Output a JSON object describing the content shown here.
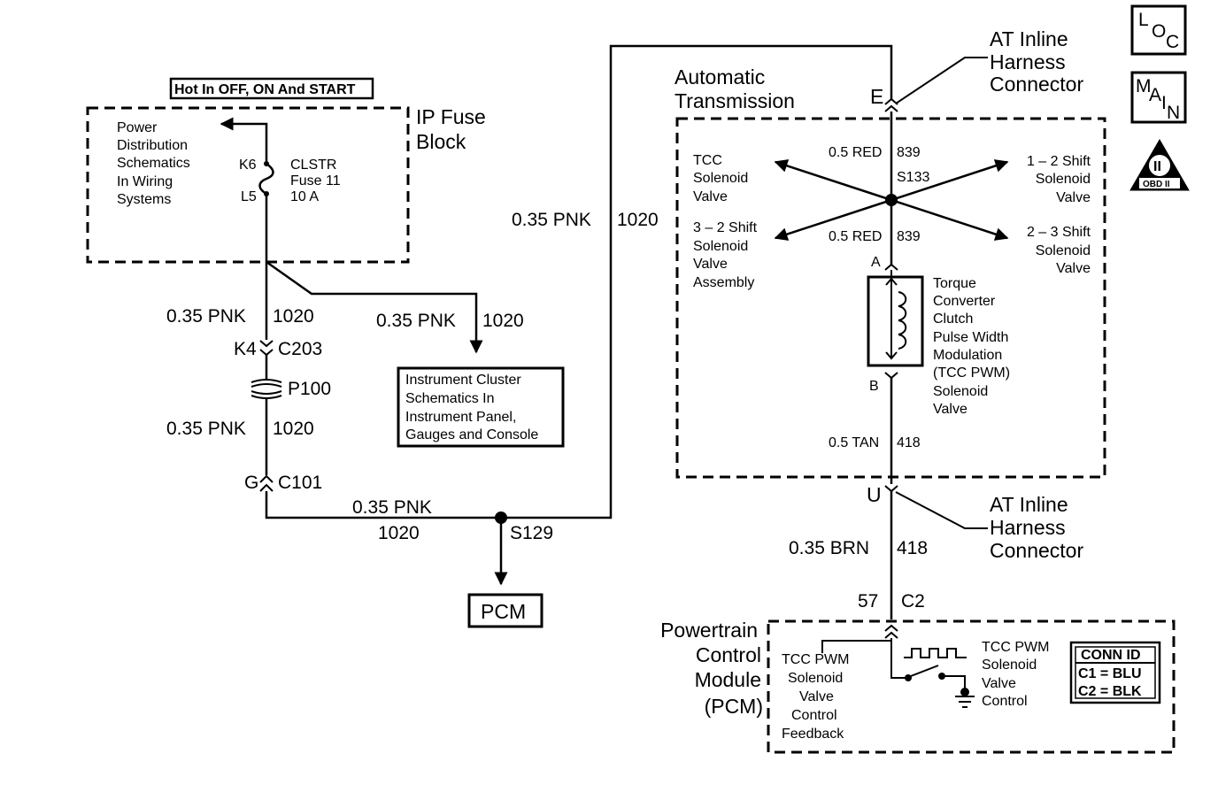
{
  "ip_fuse_block": {
    "supply_label": "Hot In OFF, ON And START",
    "title_line1": "IP Fuse",
    "title_line2": "Block",
    "ref_line1": "Power",
    "ref_line2": "Distribution",
    "ref_line3": "Schematics",
    "ref_line4": "In Wiring",
    "ref_line5": "Systems",
    "terminal_top": "K6",
    "terminal_bottom": "L5",
    "fuse_line1": "CLSTR",
    "fuse_line2": "Fuse 11",
    "fuse_line3": "10 A"
  },
  "left_circuit": {
    "wire_1": "0.35 PNK",
    "circuit_1": "1020",
    "conn1_pin": "K4",
    "conn1_id": "C203",
    "splice_pack": "P100",
    "wire_2": "0.35 PNK",
    "circuit_2": "1020",
    "conn2_pin": "G",
    "conn2_id": "C101",
    "wire_3": "0.35 PNK",
    "circuit_3": "1020",
    "splice": "S129",
    "pcm_label": "PCM"
  },
  "cluster_branch": {
    "wire": "0.35 PNK",
    "circuit": "1020",
    "ref_line1": "Instrument Cluster",
    "ref_line2": "Schematics In",
    "ref_line3": "Instrument Panel,",
    "ref_line4": "Gauges and Console"
  },
  "riser": {
    "wire": "0.35 PNK",
    "circuit": "1020"
  },
  "transmission": {
    "title_line1": "Automatic",
    "title_line2": "Transmission",
    "inline_top_line1": "AT Inline",
    "inline_top_line2": "Harness",
    "inline_top_line3": "Connector",
    "inline_top_pin": "E",
    "wire_top": "0.5 RED",
    "circuit_top": "839",
    "splice": "S133",
    "wire_mid": "0.5 RED",
    "circuit_mid": "839",
    "tcc_sol_line1": "TCC",
    "tcc_sol_line2": "Solenoid",
    "tcc_sol_line3": "Valve",
    "shift32_line1": "3 – 2 Shift",
    "shift32_line2": "Solenoid",
    "shift32_line3": "Valve",
    "shift32_line4": "Assembly",
    "shift12_line1": "1 – 2 Shift",
    "shift12_line2": "Solenoid",
    "shift12_line3": "Valve",
    "shift23_line1": "2 – 3 Shift",
    "shift23_line2": "Solenoid",
    "shift23_line3": "Valve",
    "pin_a": "A",
    "pin_b": "B",
    "pwm_line1": "Torque",
    "pwm_line2": "Converter",
    "pwm_line3": "Clutch",
    "pwm_line4": "Pulse Width",
    "pwm_line5": "Modulation",
    "pwm_line6": "(TCC PWM)",
    "pwm_line7": "Solenoid",
    "pwm_line8": "Valve",
    "wire_bottom": "0.5 TAN",
    "circuit_bottom": "418"
  },
  "lower_inline": {
    "pin": "U",
    "line1": "AT Inline",
    "line2": "Harness",
    "line3": "Connector",
    "wire": "0.35 BRN",
    "circuit": "418",
    "pcm_pin": "57",
    "pcm_conn": "C2"
  },
  "pcm": {
    "title_line1": "Powertrain",
    "title_line2": "Control",
    "title_line3": "Module",
    "title_line4": "(PCM)",
    "feedback_line1": "TCC PWM",
    "feedback_line2": "Solenoid",
    "feedback_line3": "Valve",
    "feedback_line4": "Control",
    "feedback_line5": "Feedback",
    "control_line1": "TCC PWM",
    "control_line2": "Solenoid",
    "control_line3": "Valve",
    "control_line4": "Control",
    "conn_header": "CONN ID",
    "conn_row1": "C1 = BLU",
    "conn_row2": "C2 = BLK"
  },
  "icons": {
    "loc_l": "L",
    "loc_o": "O",
    "loc_c": "C",
    "main_m": "M",
    "main_a": "A",
    "main_i": "I",
    "main_n": "N",
    "obd_numeral": "II",
    "obd_label": "OBD II"
  }
}
